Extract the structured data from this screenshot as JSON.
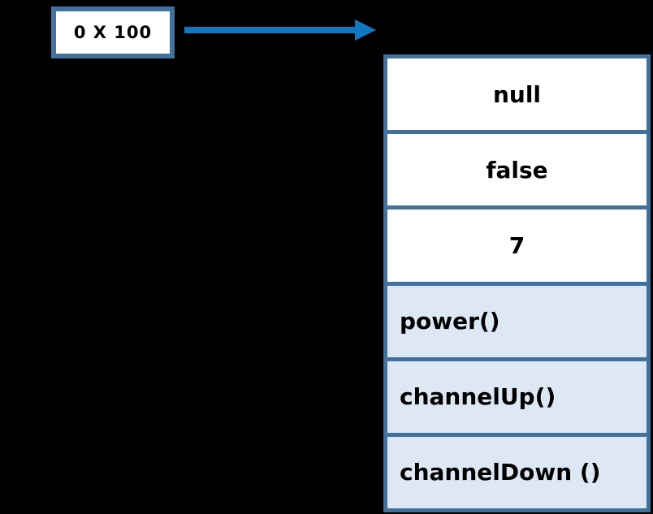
{
  "colors": {
    "background": "#000000",
    "border": "#41719C",
    "arrow": "#1178C4",
    "methodFill": "#DEE8F4",
    "propertyFill": "#FFFFFF",
    "text": "#000000"
  },
  "address_box": {
    "label": "0 X 100"
  },
  "reference_arrow": {
    "direction": "right"
  },
  "object": {
    "cells": [
      {
        "label": "null",
        "kind": "property"
      },
      {
        "label": "false",
        "kind": "property"
      },
      {
        "label": "7",
        "kind": "property"
      },
      {
        "label": "power()",
        "kind": "method"
      },
      {
        "label": "channelUp()",
        "kind": "method"
      },
      {
        "label": "channelDown ()",
        "kind": "method"
      }
    ]
  }
}
